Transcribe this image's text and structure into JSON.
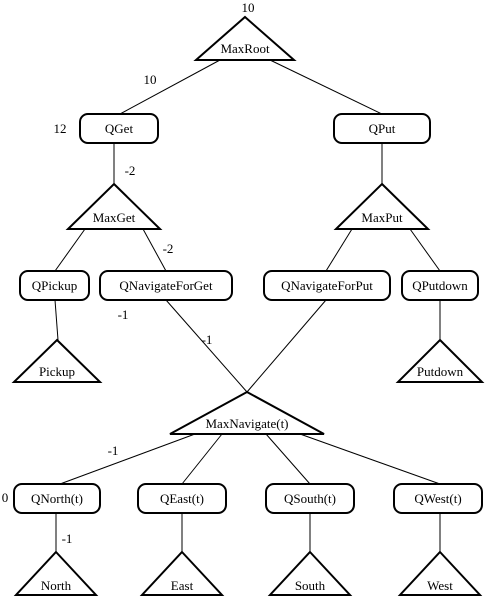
{
  "max_nodes": {
    "maxroot": "MaxRoot",
    "maxget": "MaxGet",
    "maxput": "MaxPut",
    "pickup": "Pickup",
    "putdown": "Putdown",
    "maxnavigate": "MaxNavigate(t)",
    "north": "North",
    "east": "East",
    "south": "South",
    "west": "West"
  },
  "q_nodes": {
    "qget": "QGet",
    "qput": "QPut",
    "qpickup": "QPickup",
    "qnavigateforget": "QNavigateForGet",
    "qnavigateforput": "QNavigateForPut",
    "qputdown": "QPutdown",
    "qnorth": "QNorth(t)",
    "qeast": "QEast(t)",
    "qsouth": "QSouth(t)",
    "qwest": "QWest(t)"
  },
  "values": {
    "maxroot_top": "10",
    "edge_maxroot_qget": "10",
    "qget_left": "12",
    "edge_qget_maxget": "-2",
    "edge_maxget_qnavforget": "-2",
    "qnavforget_below": "-1",
    "edge_qnavforget_maxnav": "-1",
    "edge_maxnav_qnorth": "-1",
    "qnorth_left": "0",
    "edge_qnorth_north": "-1"
  }
}
